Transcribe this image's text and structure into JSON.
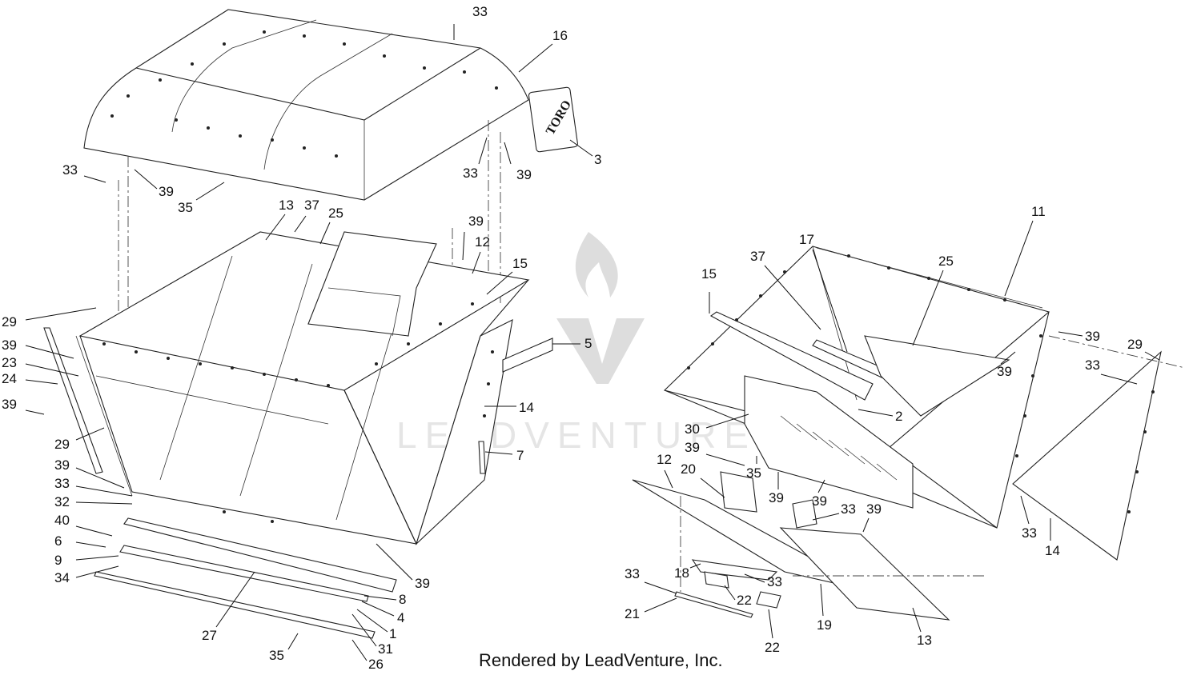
{
  "diagram": {
    "footer": "Rendered by LeadVenture, Inc.",
    "watermark": "LEADVENTURE",
    "logo_text": "TORO",
    "left_callouts": [
      "33",
      "16",
      "3",
      "33",
      "39",
      "33",
      "39",
      "35",
      "13",
      "37",
      "25",
      "39",
      "12",
      "15",
      "29",
      "39",
      "23",
      "24",
      "39",
      "5",
      "14",
      "29",
      "7",
      "39",
      "33",
      "32",
      "40",
      "6",
      "9",
      "34",
      "27",
      "8",
      "4",
      "1",
      "31",
      "26",
      "35",
      "39"
    ],
    "right_callouts": [
      "11",
      "17",
      "25",
      "37",
      "15",
      "39",
      "29",
      "39",
      "33",
      "2",
      "30",
      "39",
      "35",
      "20",
      "12",
      "39",
      "39",
      "33",
      "39",
      "33",
      "14",
      "18",
      "33",
      "33",
      "22",
      "21",
      "22",
      "19",
      "13"
    ]
  }
}
